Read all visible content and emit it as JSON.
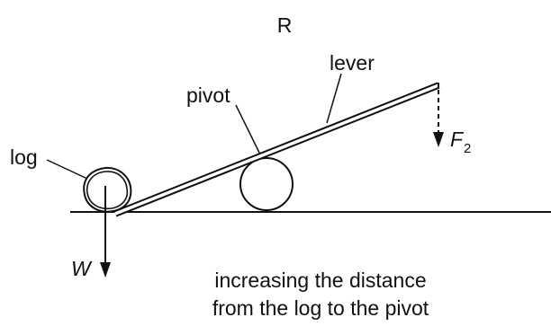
{
  "figure": {
    "letter": "R",
    "labels": {
      "lever": "lever",
      "pivot": "pivot",
      "log": "log",
      "weight": "W",
      "force_symbol": "F",
      "force_subscript": "2"
    },
    "caption": {
      "line1": "increasing the distance",
      "line2": "from the log to the pivot"
    }
  }
}
